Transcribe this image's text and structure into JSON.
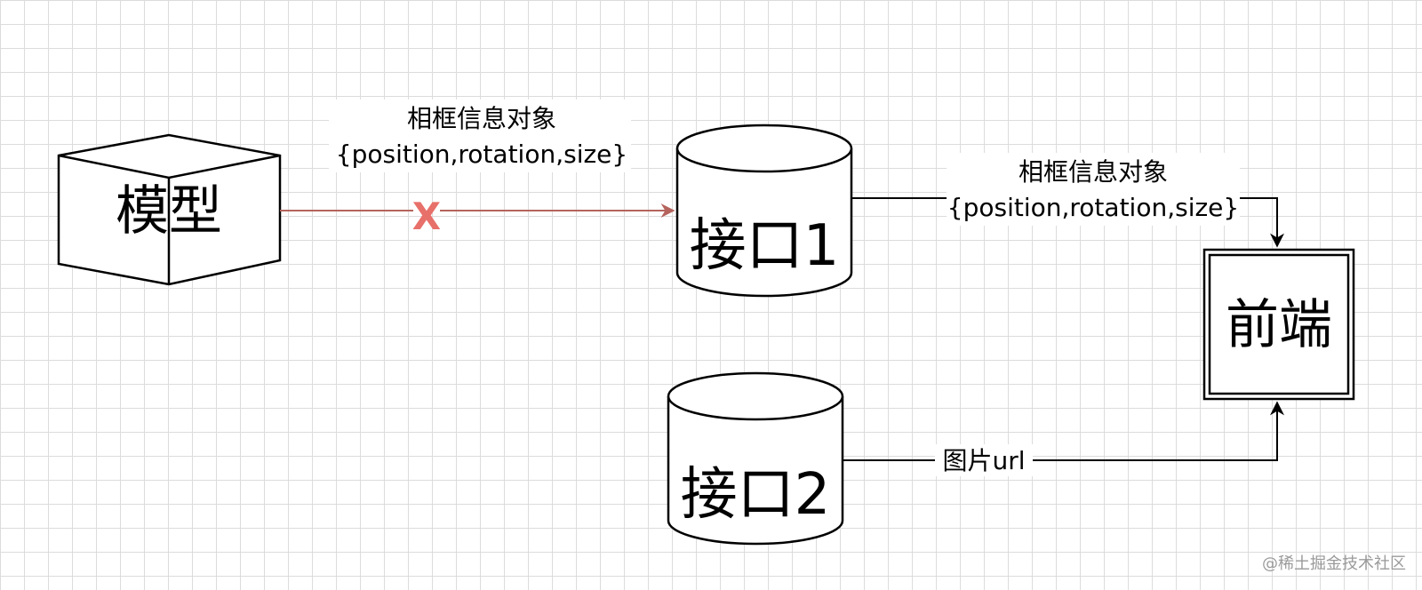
{
  "nodes": {
    "model": {
      "label": "模型"
    },
    "api1": {
      "label": "接口1"
    },
    "api2": {
      "label": "接口2"
    },
    "frontend": {
      "label": "前端"
    }
  },
  "edges": {
    "model_to_api1": {
      "label_line1": "相框信息对象",
      "label_line2": "{position,rotation,size}",
      "blocked_mark": "X",
      "color": "#b5645d",
      "mark_color": "#e8706a"
    },
    "api1_to_frontend": {
      "label_line1": "相框信息对象",
      "label_line2": "{position,rotation,size}"
    },
    "api2_to_frontend": {
      "label": "图片url"
    }
  },
  "watermark": "@稀土掘金技术社区",
  "colors": {
    "grid": "#dcdcdc",
    "stroke": "#000000"
  }
}
